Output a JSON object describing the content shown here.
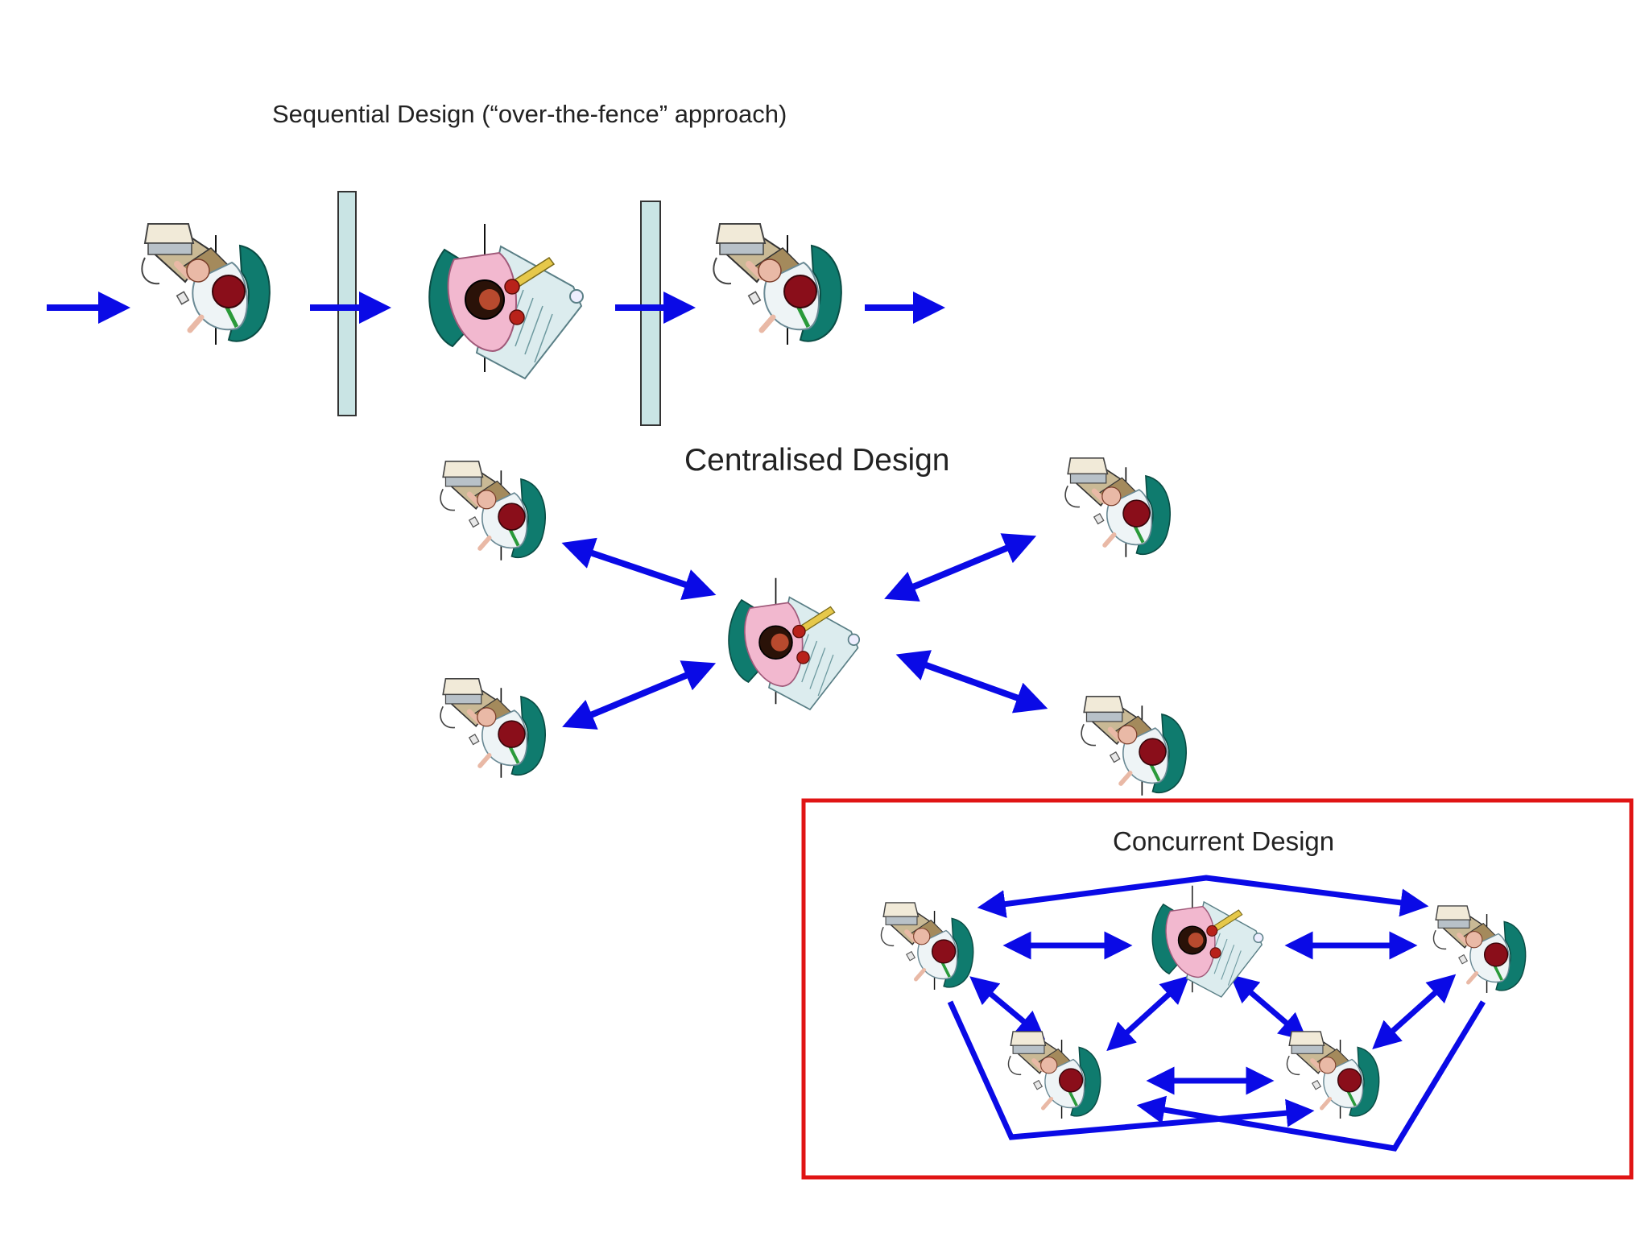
{
  "titles": {
    "sequential": "Sequential Design (“over-the-fence” approach)",
    "centralised": "Centralised Design",
    "concurrent": "Concurrent Design"
  },
  "colors": {
    "arrow": "#0a0ae6",
    "fence_fill": "#c9e4e4",
    "fence_stroke": "#333333",
    "frame": "#e01414",
    "chair": "#0f7b6e",
    "head": "#8a0e1a",
    "hair": "#2a1208",
    "shirt_worker": "#eef4f6",
    "shirt_lead": "#f2b8cf",
    "desk": "#c9b995",
    "plan": "#dcecee"
  },
  "icons": {
    "worker": "person-at-computer-icon",
    "lead": "person-with-drawings-icon"
  }
}
